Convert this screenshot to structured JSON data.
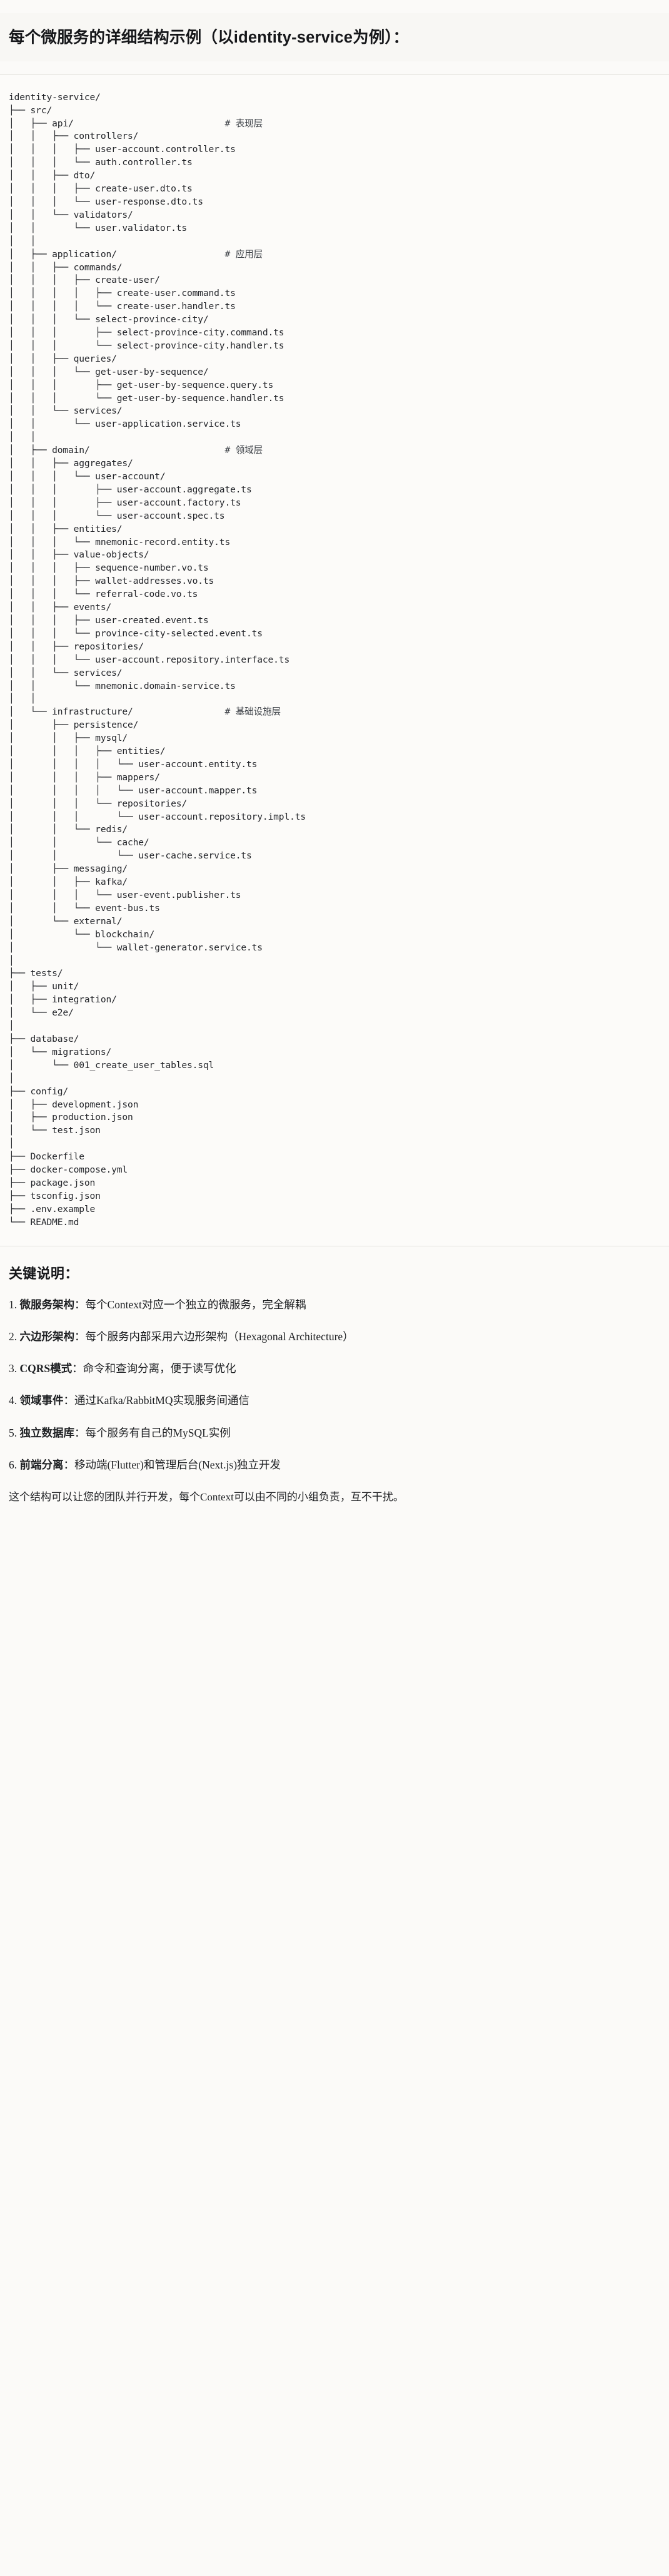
{
  "heading": "每个微服务的详细结构示例（以identity-service为例）：",
  "tree": {
    "lines": [
      {
        "text": "identity-service/",
        "comment": ""
      },
      {
        "text": "├── src/",
        "comment": ""
      },
      {
        "text": "│   ├── api/",
        "comment": "# 表现层"
      },
      {
        "text": "│   │   ├── controllers/",
        "comment": ""
      },
      {
        "text": "│   │   │   ├── user-account.controller.ts",
        "comment": ""
      },
      {
        "text": "│   │   │   └── auth.controller.ts",
        "comment": ""
      },
      {
        "text": "│   │   ├── dto/",
        "comment": ""
      },
      {
        "text": "│   │   │   ├── create-user.dto.ts",
        "comment": ""
      },
      {
        "text": "│   │   │   └── user-response.dto.ts",
        "comment": ""
      },
      {
        "text": "│   │   └── validators/",
        "comment": ""
      },
      {
        "text": "│   │       └── user.validator.ts",
        "comment": ""
      },
      {
        "text": "│   │",
        "comment": ""
      },
      {
        "text": "│   ├── application/",
        "comment": "# 应用层"
      },
      {
        "text": "│   │   ├── commands/",
        "comment": ""
      },
      {
        "text": "│   │   │   ├── create-user/",
        "comment": ""
      },
      {
        "text": "│   │   │   │   ├── create-user.command.ts",
        "comment": ""
      },
      {
        "text": "│   │   │   │   └── create-user.handler.ts",
        "comment": ""
      },
      {
        "text": "│   │   │   └── select-province-city/",
        "comment": ""
      },
      {
        "text": "│   │   │       ├── select-province-city.command.ts",
        "comment": ""
      },
      {
        "text": "│   │   │       └── select-province-city.handler.ts",
        "comment": ""
      },
      {
        "text": "│   │   ├── queries/",
        "comment": ""
      },
      {
        "text": "│   │   │   └── get-user-by-sequence/",
        "comment": ""
      },
      {
        "text": "│   │   │       ├── get-user-by-sequence.query.ts",
        "comment": ""
      },
      {
        "text": "│   │   │       └── get-user-by-sequence.handler.ts",
        "comment": ""
      },
      {
        "text": "│   │   └── services/",
        "comment": ""
      },
      {
        "text": "│   │       └── user-application.service.ts",
        "comment": ""
      },
      {
        "text": "│   │",
        "comment": ""
      },
      {
        "text": "│   ├── domain/",
        "comment": "# 领域层"
      },
      {
        "text": "│   │   ├── aggregates/",
        "comment": ""
      },
      {
        "text": "│   │   │   └── user-account/",
        "comment": ""
      },
      {
        "text": "│   │   │       ├── user-account.aggregate.ts",
        "comment": ""
      },
      {
        "text": "│   │   │       ├── user-account.factory.ts",
        "comment": ""
      },
      {
        "text": "│   │   │       └── user-account.spec.ts",
        "comment": ""
      },
      {
        "text": "│   │   ├── entities/",
        "comment": ""
      },
      {
        "text": "│   │   │   └── mnemonic-record.entity.ts",
        "comment": ""
      },
      {
        "text": "│   │   ├── value-objects/",
        "comment": ""
      },
      {
        "text": "│   │   │   ├── sequence-number.vo.ts",
        "comment": ""
      },
      {
        "text": "│   │   │   ├── wallet-addresses.vo.ts",
        "comment": ""
      },
      {
        "text": "│   │   │   └── referral-code.vo.ts",
        "comment": ""
      },
      {
        "text": "│   │   ├── events/",
        "comment": ""
      },
      {
        "text": "│   │   │   ├── user-created.event.ts",
        "comment": ""
      },
      {
        "text": "│   │   │   └── province-city-selected.event.ts",
        "comment": ""
      },
      {
        "text": "│   │   ├── repositories/",
        "comment": ""
      },
      {
        "text": "│   │   │   └── user-account.repository.interface.ts",
        "comment": ""
      },
      {
        "text": "│   │   └── services/",
        "comment": ""
      },
      {
        "text": "│   │       └── mnemonic.domain-service.ts",
        "comment": ""
      },
      {
        "text": "│   │",
        "comment": ""
      },
      {
        "text": "│   └── infrastructure/",
        "comment": "# 基础设施层"
      },
      {
        "text": "│       ├── persistence/",
        "comment": ""
      },
      {
        "text": "│       │   ├── mysql/",
        "comment": ""
      },
      {
        "text": "│       │   │   ├── entities/",
        "comment": ""
      },
      {
        "text": "│       │   │   │   └── user-account.entity.ts",
        "comment": ""
      },
      {
        "text": "│       │   │   ├── mappers/",
        "comment": ""
      },
      {
        "text": "│       │   │   │   └── user-account.mapper.ts",
        "comment": ""
      },
      {
        "text": "│       │   │   └── repositories/",
        "comment": ""
      },
      {
        "text": "│       │   │       └── user-account.repository.impl.ts",
        "comment": ""
      },
      {
        "text": "│       │   └── redis/",
        "comment": ""
      },
      {
        "text": "│       │       └── cache/",
        "comment": ""
      },
      {
        "text": "│       │           └── user-cache.service.ts",
        "comment": ""
      },
      {
        "text": "│       ├── messaging/",
        "comment": ""
      },
      {
        "text": "│       │   ├── kafka/",
        "comment": ""
      },
      {
        "text": "│       │   │   └── user-event.publisher.ts",
        "comment": ""
      },
      {
        "text": "│       │   └── event-bus.ts",
        "comment": ""
      },
      {
        "text": "│       └── external/",
        "comment": ""
      },
      {
        "text": "│           └── blockchain/",
        "comment": ""
      },
      {
        "text": "│               └── wallet-generator.service.ts",
        "comment": ""
      },
      {
        "text": "│",
        "comment": ""
      },
      {
        "text": "├── tests/",
        "comment": ""
      },
      {
        "text": "│   ├── unit/",
        "comment": ""
      },
      {
        "text": "│   ├── integration/",
        "comment": ""
      },
      {
        "text": "│   └── e2e/",
        "comment": ""
      },
      {
        "text": "│",
        "comment": ""
      },
      {
        "text": "├── database/",
        "comment": ""
      },
      {
        "text": "│   └── migrations/",
        "comment": ""
      },
      {
        "text": "│       └── 001_create_user_tables.sql",
        "comment": ""
      },
      {
        "text": "│",
        "comment": ""
      },
      {
        "text": "├── config/",
        "comment": ""
      },
      {
        "text": "│   ├── development.json",
        "comment": ""
      },
      {
        "text": "│   ├── production.json",
        "comment": ""
      },
      {
        "text": "│   └── test.json",
        "comment": ""
      },
      {
        "text": "│",
        "comment": ""
      },
      {
        "text": "├── Dockerfile",
        "comment": ""
      },
      {
        "text": "├── docker-compose.yml",
        "comment": ""
      },
      {
        "text": "├── package.json",
        "comment": ""
      },
      {
        "text": "├── tsconfig.json",
        "comment": ""
      },
      {
        "text": "├── .env.example",
        "comment": ""
      },
      {
        "text": "└── README.md",
        "comment": ""
      }
    ],
    "comment_column": 40
  },
  "notes": {
    "title": "关键说明：",
    "items": [
      {
        "num": "1.",
        "term": "微服务架构",
        "text": "：每个Context对应一个独立的微服务，完全解耦"
      },
      {
        "num": "2.",
        "term": "六边形架构",
        "text": "：每个服务内部采用六边形架构（Hexagonal Architecture）"
      },
      {
        "num": "3.",
        "term": "CQRS模式",
        "text": "：命令和查询分离，便于读写优化"
      },
      {
        "num": "4.",
        "term": "领域事件",
        "text": "：通过Kafka/RabbitMQ实现服务间通信"
      },
      {
        "num": "5.",
        "term": "独立数据库",
        "text": "：每个服务有自己的MySQL实例"
      },
      {
        "num": "6.",
        "term": "前端分离",
        "text": "：移动端(Flutter)和管理后台(Next.js)独立开发"
      }
    ],
    "closing": "这个结构可以让您的团队并行开发，每个Context可以由不同的小组负责，互不干扰。"
  }
}
